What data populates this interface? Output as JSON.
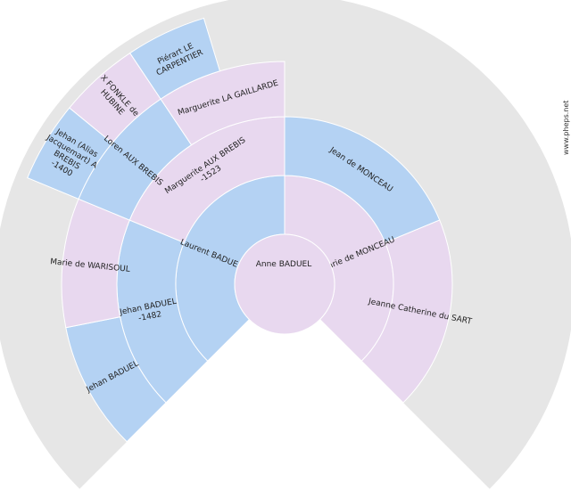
{
  "site": "www.pheps.net",
  "colors": {
    "male": "#b4d2f3",
    "female": "#e8d8ef",
    "empty": "#e6e6e6",
    "stroke": "#ffffff"
  },
  "people": {
    "root": {
      "lines": [
        "Anne BADUEL"
      ],
      "sex": "female"
    },
    "father": {
      "lines": [
        "Laurent BADUEL"
      ],
      "sex": "male"
    },
    "mother": {
      "lines": [
        "Marie de MONCEAU"
      ],
      "sex": "female"
    },
    "pat_grandfather": {
      "lines": [
        "Jehan BADUEL",
        "-1482"
      ],
      "sex": "male"
    },
    "pat_grandmother": {
      "lines": [
        "Marguerite AUX BREBIS",
        "-1523"
      ],
      "sex": "female"
    },
    "mat_grandfather": {
      "lines": [
        "Jean de MONCEAU"
      ],
      "sex": "male"
    },
    "mat_grandmother": {
      "lines": [
        "Jeanne Catherine du SART"
      ],
      "sex": "female"
    },
    "ggf_baduel": {
      "lines": [
        "Jehan BADUEL"
      ],
      "sex": "male"
    },
    "ggm_warisoul": {
      "lines": [
        "Marie de WARISOUL"
      ],
      "sex": "female"
    },
    "ggf_auxbrebis": {
      "lines": [
        "Loren AUX BREBIS"
      ],
      "sex": "male"
    },
    "ggm_gaillarde": {
      "lines": [
        "Marguerite LA GAILLARDE"
      ],
      "sex": "female"
    },
    "g3_jehan": {
      "lines": [
        "Jehan (Alias",
        "Jacquemart) A",
        "BREBIS",
        "-1400"
      ],
      "sex": "male"
    },
    "g3_fonkle": {
      "lines": [
        "X FONKLE de",
        "HUBINE"
      ],
      "sex": "female"
    },
    "g3_pierart": {
      "lines": [
        "Piérart LE",
        "CARPENTIER"
      ],
      "sex": "male"
    }
  }
}
